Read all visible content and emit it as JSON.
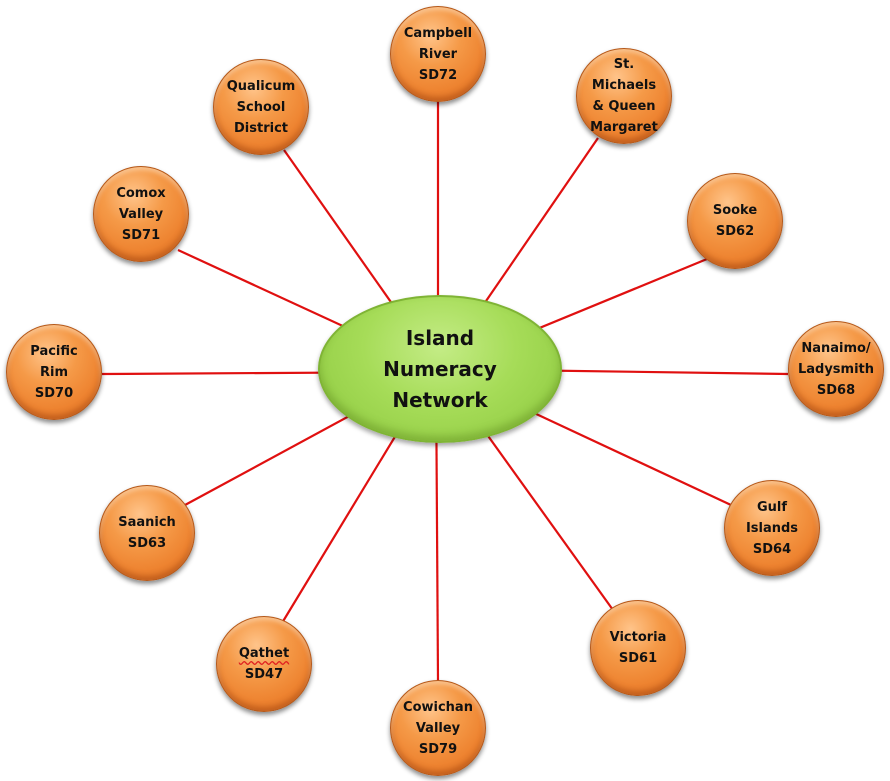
{
  "hub": {
    "lines": [
      "Island",
      "Numeracy",
      "Network"
    ]
  },
  "colors": {
    "connector": "#e01010",
    "node_fill": "#ee8431",
    "hub_fill": "#a6dc58"
  },
  "nodes": [
    {
      "id": "campbell-river",
      "lines": [
        "Campbell",
        "River",
        "SD72"
      ]
    },
    {
      "id": "st-michaels",
      "lines": [
        "St.",
        "Michaels",
        "& Queen",
        "Margaret"
      ]
    },
    {
      "id": "sooke",
      "lines": [
        "Sooke",
        "SD62"
      ]
    },
    {
      "id": "nanaimo",
      "lines": [
        "Nanaimo/",
        "Ladysmith",
        "SD68"
      ]
    },
    {
      "id": "gulf-islands",
      "lines": [
        "Gulf",
        "Islands",
        "SD64"
      ]
    },
    {
      "id": "victoria",
      "lines": [
        "Victoria",
        "SD61"
      ]
    },
    {
      "id": "cowichan",
      "lines": [
        "Cowichan",
        "Valley",
        "SD79"
      ]
    },
    {
      "id": "qathet",
      "lines": [
        "Qathet",
        "SD47"
      ]
    },
    {
      "id": "saanich",
      "lines": [
        "Saanich",
        "SD63"
      ]
    },
    {
      "id": "pacific-rim",
      "lines": [
        "Pacific",
        "Rim",
        "SD70"
      ]
    },
    {
      "id": "comox-valley",
      "lines": [
        "Comox",
        "Valley",
        "SD71"
      ]
    },
    {
      "id": "qualicum",
      "lines": [
        "Qualicum",
        "School",
        "District"
      ]
    }
  ]
}
